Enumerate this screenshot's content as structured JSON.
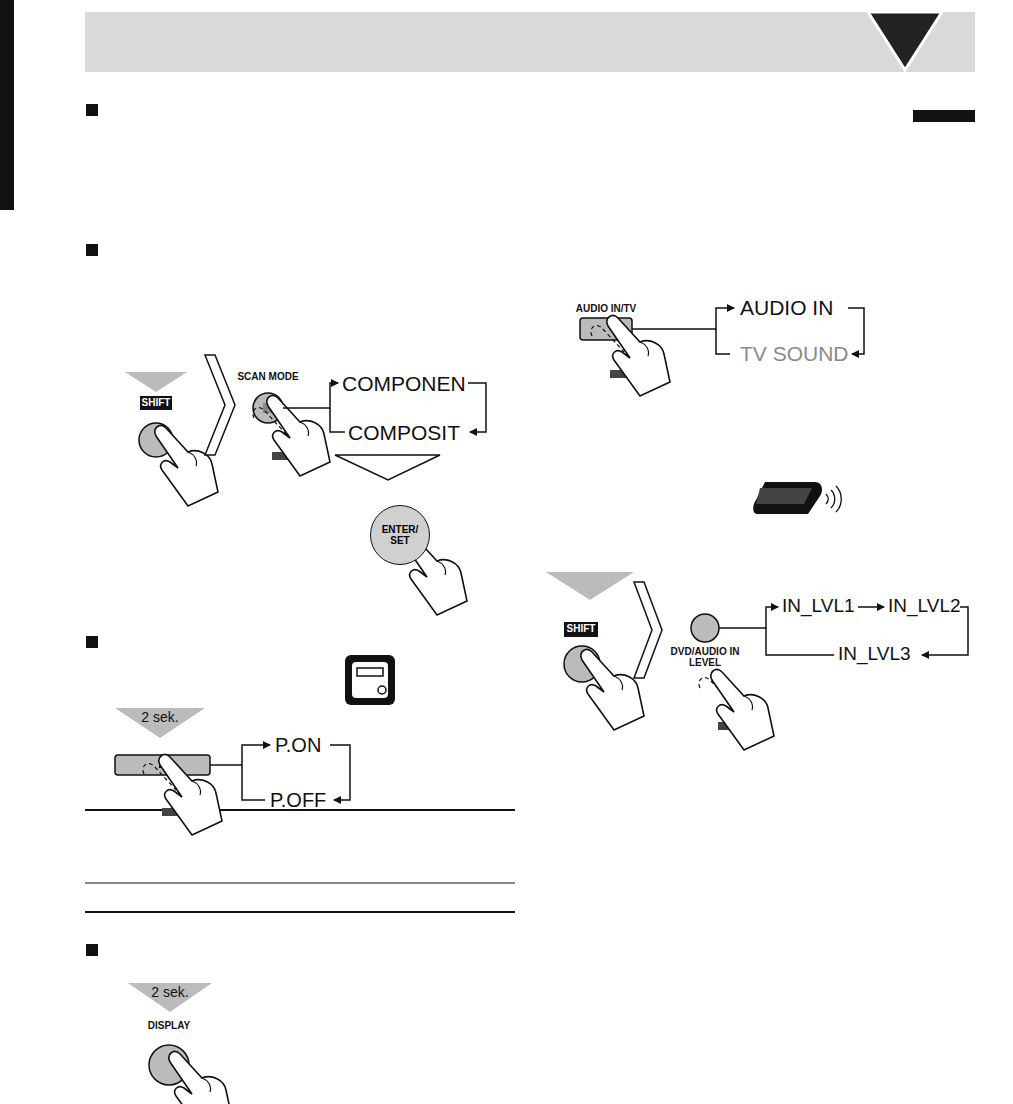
{
  "diagram": {
    "nodes": [
      {
        "text": [
          "ENTER/ SET"
        ]
      }
    ],
    "labels": [
      "SHIFT",
      "SCAN MODE",
      "COMPONEN",
      "COMPOSIT",
      "2 sek.",
      "P.ON",
      "P.OFF",
      "2 sek.",
      "DISPLAY",
      "AUDIO IN/TV",
      "AUDIO IN",
      "TV SOUND",
      "SHIFT",
      "DVD/AUDIO IN LEVEL",
      "IN_LVL1",
      "IN_LVL2",
      "IN_LVL3"
    ]
  }
}
